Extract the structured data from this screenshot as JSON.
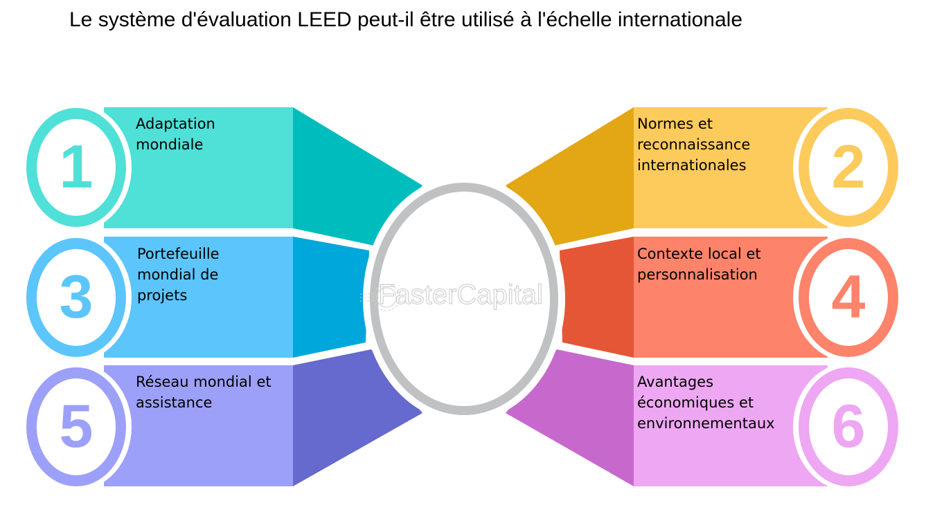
{
  "title": "Le système d'évaluation LEED peut-il être utilisé à l'échelle internationale",
  "watermark": "FasterCapital",
  "center_ring_color": "#bfc1c3",
  "items": [
    {
      "number": "1",
      "label": "Adaptation\nmondiale",
      "side": "left",
      "light": "#4fe0d8",
      "dark": "#00bdbd"
    },
    {
      "number": "2",
      "label": "Normes et\nreconnaissance\ninternationales",
      "side": "right",
      "light": "#fdca5c",
      "dark": "#e3a614"
    },
    {
      "number": "3",
      "label": "Portefeuille\nmondial de\nprojets",
      "side": "left",
      "light": "#5cc5fb",
      "dark": "#00a7da"
    },
    {
      "number": "4",
      "label": "Contexte local et\npersonnalisation",
      "side": "right",
      "light": "#fd836a",
      "dark": "#e55637"
    },
    {
      "number": "5",
      "label": "Réseau mondial et\nassistance",
      "side": "left",
      "light": "#9da0f9",
      "dark": "#6669cd"
    },
    {
      "number": "6",
      "label": "Avantages\néconomiques et\nenvironnementaux",
      "side": "right",
      "light": "#eea7f3",
      "dark": "#c769cc"
    }
  ]
}
